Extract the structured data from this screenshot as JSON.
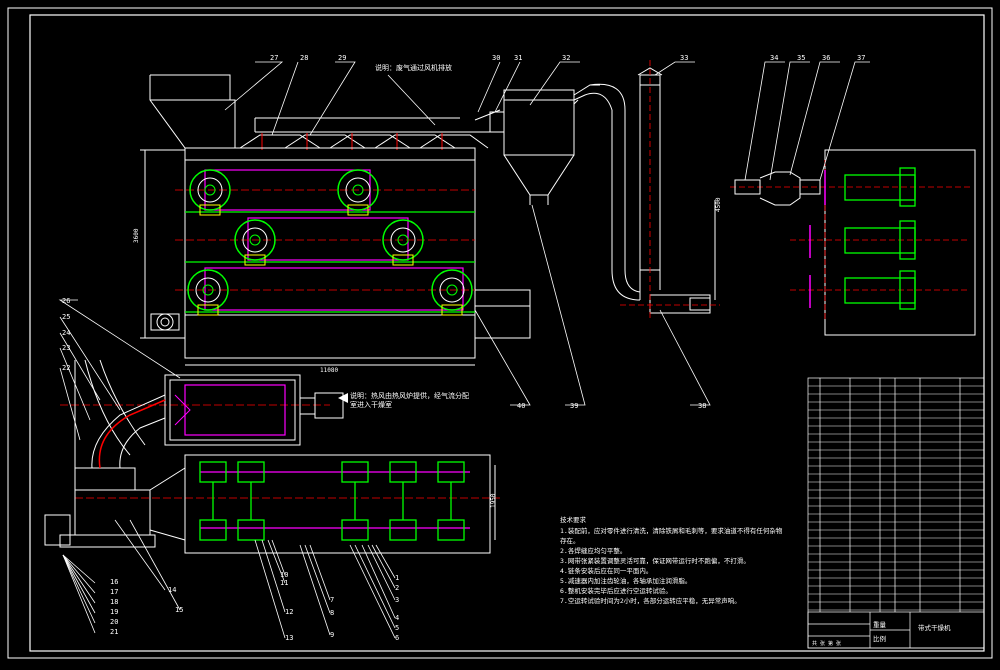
{
  "drawing": {
    "title": "带式干燥机",
    "colors": {
      "background": "#000000",
      "line": "#ffffff",
      "belt": "#ff00ff",
      "roller": "#00ff00",
      "center": "#ff0000",
      "dim": "#00ffff",
      "frame": "#ffff00"
    },
    "dims": {
      "overall_length": "11080",
      "overall_height": "3600",
      "cyclone_height": "4500",
      "plan_width": "1950"
    },
    "notes_top": "说明：废气通过风机排放",
    "notes_mid": "说明：热风由热风炉提供，经气流分配室进入干燥室",
    "tech_title": "技术要求",
    "tech_lines": [
      "1.装配前，应对零件进行清洗，清除铁屑和毛刺等，要求油道不得有任何杂物",
      "  存在。",
      "2.各焊缝应均匀平整。",
      "3.网带张紧装置调整灵活可靠，保证网带运行时不跑偏，不打滑。",
      "4.链条安装后应在同一平面内。",
      "5.减速器内加注齿轮油，各轴承加注润滑脂。",
      "6.整机安装完毕后应进行空运转试验。",
      "7.空运转试验时间为2小时，各部分运转应平稳，无异常声响。"
    ],
    "labels": {
      "l27": "27",
      "l28": "28",
      "l29": "29",
      "l30": "30",
      "l31": "31",
      "l32": "32",
      "l33": "33",
      "l34": "34",
      "l35": "35",
      "l36": "36",
      "l37": "37",
      "l38": "38",
      "l39": "39",
      "l40": "40",
      "l26": "26",
      "l25": "25",
      "l24": "24",
      "l23": "23",
      "l22": "22",
      "l14": "14",
      "l15": "15",
      "l16": "16",
      "l17": "17",
      "l18": "18",
      "l19": "19",
      "l20": "20",
      "l21": "21",
      "l13": "13",
      "l12": "12",
      "l11": "11",
      "l10": "10",
      "l9": "9",
      "l8": "8",
      "l7": "7",
      "l6": "6",
      "l5": "5",
      "l4": "4",
      "l3": "3",
      "l2": "2",
      "l1": "1"
    },
    "table_bottom": {
      "weight": "重量",
      "scale": "比例",
      "sheet": "共 张 第 张"
    }
  }
}
